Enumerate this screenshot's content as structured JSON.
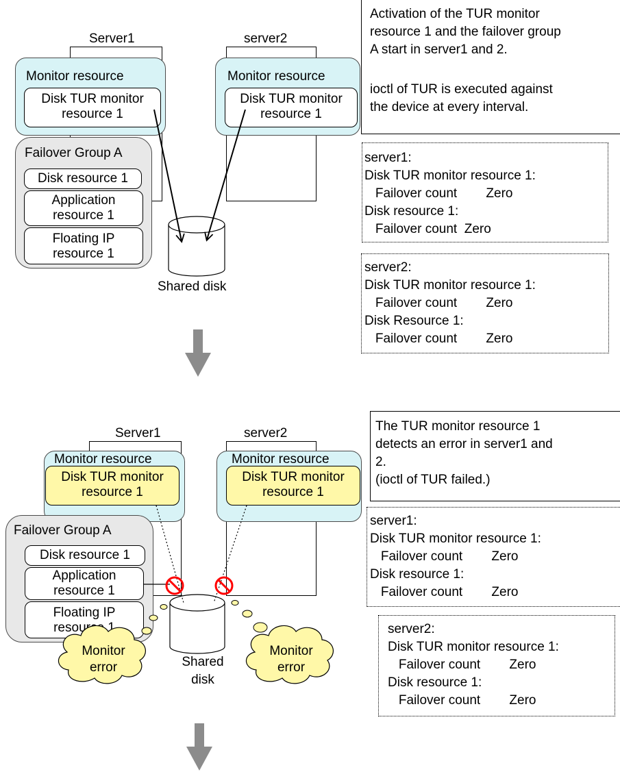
{
  "stage1": {
    "server1_label": "Server1",
    "server2_label": "server2",
    "monitor_group_label": "Monitor resource",
    "disk_tur_line1": "Disk TUR monitor",
    "disk_tur_line2": "resource 1",
    "failover_group_label": "Failover Group A",
    "disk_resource": "Disk resource 1",
    "app_line1": "Application",
    "app_line2": "resource 1",
    "fip_line1": "Floating IP",
    "fip_line2": "resource 1",
    "shared_disk_label": "Shared disk",
    "description": [
      "Activation of the TUR monitor",
      "resource 1 and the failover group",
      "A start in server1 and 2.",
      "",
      "ioctl of TUR is executed against",
      "the device at every interval."
    ],
    "status_server1": [
      "server1:",
      "Disk TUR monitor resource 1:",
      "   Failover count        Zero",
      "Disk resource 1:",
      "   Failover count  Zero"
    ],
    "status_server2": [
      "server2:",
      "Disk TUR monitor resource 1:",
      "   Failover count        Zero",
      "Disk Resource 1:",
      "   Failover count        Zero"
    ]
  },
  "stage2": {
    "server1_label": "Server1",
    "server2_label": "server2",
    "monitor_group_label": "Monitor resource",
    "disk_tur_line1": "Disk TUR monitor",
    "disk_tur_line2": "resource 1",
    "failover_group_label": "Failover Group A",
    "disk_resource": "Disk resource 1",
    "app_line1": "Application",
    "app_line2": "resource 1",
    "fip_line1": "Floating IP",
    "fip_line2": "resource 1",
    "shared_disk_line1": "Shared",
    "shared_disk_line2": "disk",
    "cloud_line1": "Monitor",
    "cloud_line2": "error",
    "description": [
      "The TUR monitor resource 1",
      "detects an error in server1 and",
      "2.",
      "(ioctl of TUR failed.)"
    ],
    "status_server1": [
      "server1:",
      "Disk TUR monitor resource 1:",
      "   Failover count        Zero",
      "Disk resource 1:",
      "   Failover count        Zero"
    ],
    "status_server2": [
      "server2:",
      "Disk TUR monitor resource 1:",
      "   Failover count        Zero",
      "Disk resource 1:",
      "   Failover count        Zero"
    ]
  },
  "colors": {
    "monitor_bg": "#d8f3f6",
    "failover_bg": "#e8e8e8",
    "error_fill": "#fff8a8",
    "prohibit_red": "#ff0000",
    "arrow_gray": "#8c8c8c"
  }
}
